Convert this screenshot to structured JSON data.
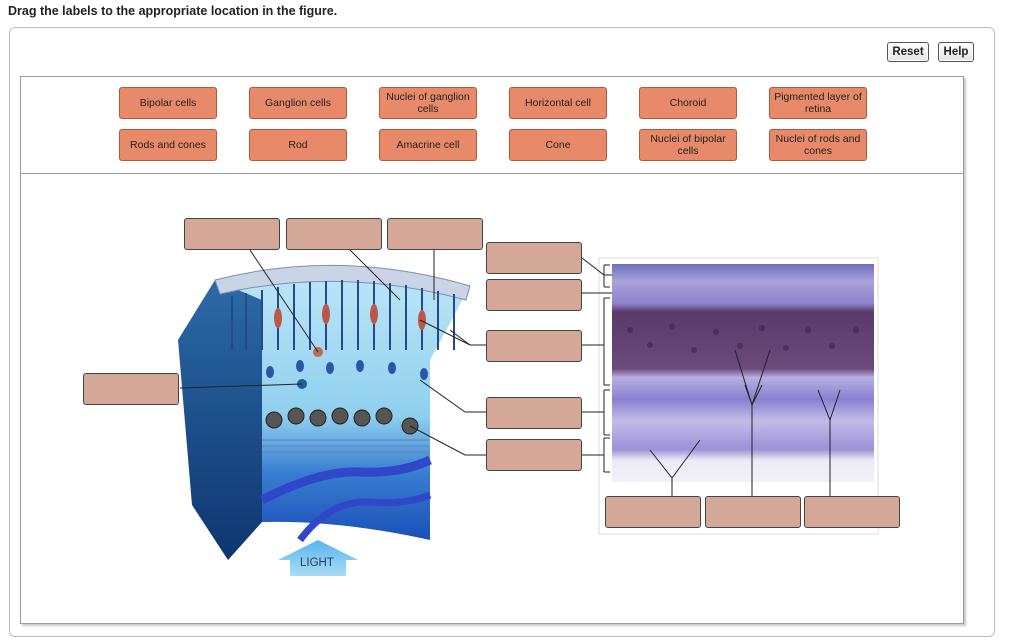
{
  "instructions": "Drag the labels to the appropriate location in the figure.",
  "buttons": {
    "reset": "Reset",
    "help": "Help"
  },
  "labels": [
    "Bipolar cells",
    "Ganglion cells",
    "Nuclei of ganglion cells",
    "Horizontal cell",
    "Choroid",
    "Pigmented layer of retina",
    "Rods and cones",
    "Rod",
    "Amacrine cell",
    "Cone",
    "Nuclei of bipolar cells",
    "Nuclei of rods and cones"
  ],
  "figure": {
    "light_label": "LIGHT"
  },
  "colors": {
    "label_fill": "#e8896a",
    "target_fill": "#d4a896"
  }
}
